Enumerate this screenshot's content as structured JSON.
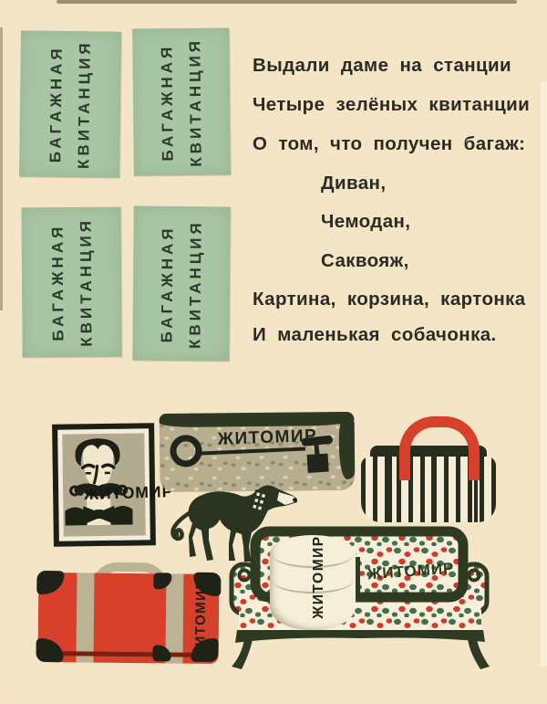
{
  "colors": {
    "paper": "#f3e2c1",
    "ink_dark_green": "#2d3722",
    "red_accent": "#d7402b",
    "ticket_green": "#a9c6a4",
    "strap_grey": "#bcb394"
  },
  "tickets": {
    "count": 4,
    "line1": "БАГАЖНАЯ",
    "line2": "КВИТАНЦИЯ"
  },
  "poem": {
    "lines": [
      {
        "text": "Выдали даме на станции"
      },
      {
        "text": "Четыре зелёных квитанции"
      },
      {
        "text": "О том, что получен багаж:"
      },
      {
        "text": "Диван,"
      },
      {
        "text": "Чемодан,"
      },
      {
        "text": "Саквояж,"
      },
      {
        "text": "Картина, корзина, картонка"
      },
      {
        "text": "И маленькая собачонка."
      }
    ]
  },
  "labels": {
    "city": "ЖИТОМИР"
  },
  "illustration": {
    "items": [
      "portrait",
      "wicker-basket",
      "striped-bag",
      "dog",
      "sofa",
      "hatbox",
      "suitcase"
    ]
  }
}
